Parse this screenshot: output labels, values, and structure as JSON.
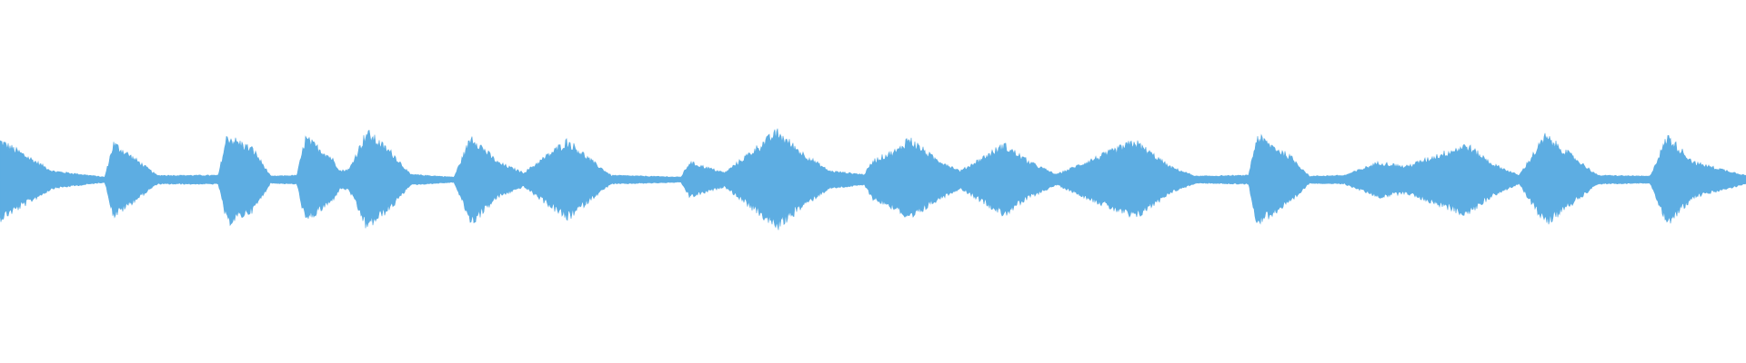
{
  "waveform": {
    "color": "#5dade2",
    "background": "#ffffff",
    "peaks": [
      [
        0.0,
        0.45
      ],
      [
        0.06,
        0.1
      ],
      [
        0.12,
        0.03
      ],
      [
        0.13,
        0.42
      ],
      [
        0.16,
        0.2
      ],
      [
        0.18,
        0.05
      ],
      [
        0.25,
        0.05
      ],
      [
        0.26,
        0.5
      ],
      [
        0.29,
        0.35
      ],
      [
        0.31,
        0.04
      ],
      [
        0.34,
        0.05
      ],
      [
        0.35,
        0.48
      ],
      [
        0.38,
        0.25
      ],
      [
        0.39,
        0.1
      ],
      [
        0.4,
        0.12
      ],
      [
        0.42,
        0.55
      ],
      [
        0.45,
        0.3
      ],
      [
        0.47,
        0.06
      ],
      [
        0.52,
        0.03
      ],
      [
        0.54,
        0.5
      ],
      [
        0.57,
        0.2
      ],
      [
        0.6,
        0.08
      ],
      [
        0.65,
        0.45
      ],
      [
        0.68,
        0.2
      ],
      [
        0.7,
        0.05
      ],
      [
        0.78,
        0.03
      ],
      [
        0.79,
        0.2
      ],
      [
        0.83,
        0.08
      ],
      [
        0.89,
        0.55
      ],
      [
        0.92,
        0.3
      ],
      [
        0.95,
        0.1
      ],
      [
        0.99,
        0.06
      ],
      [
        1.0,
        0.22
      ],
      [
        1.03,
        0.35
      ],
      [
        1.04,
        0.48
      ],
      [
        1.07,
        0.25
      ],
      [
        1.1,
        0.1
      ],
      [
        1.15,
        0.4
      ],
      [
        1.18,
        0.2
      ],
      [
        1.21,
        0.06
      ],
      [
        1.3,
        0.44
      ],
      [
        1.34,
        0.15
      ],
      [
        1.37,
        0.04
      ],
      [
        1.43,
        0.05
      ],
      [
        1.44,
        0.5
      ],
      [
        1.48,
        0.25
      ],
      [
        1.5,
        0.04
      ],
      [
        1.54,
        0.05
      ],
      [
        1.58,
        0.2
      ],
      [
        1.61,
        0.15
      ],
      [
        1.68,
        0.4
      ],
      [
        1.71,
        0.18
      ],
      [
        1.74,
        0.05
      ],
      [
        1.77,
        0.5
      ],
      [
        1.8,
        0.28
      ],
      [
        1.83,
        0.05
      ],
      [
        1.89,
        0.04
      ],
      [
        1.91,
        0.5
      ],
      [
        1.94,
        0.2
      ],
      [
        2.0,
        0.05
      ]
    ]
  }
}
